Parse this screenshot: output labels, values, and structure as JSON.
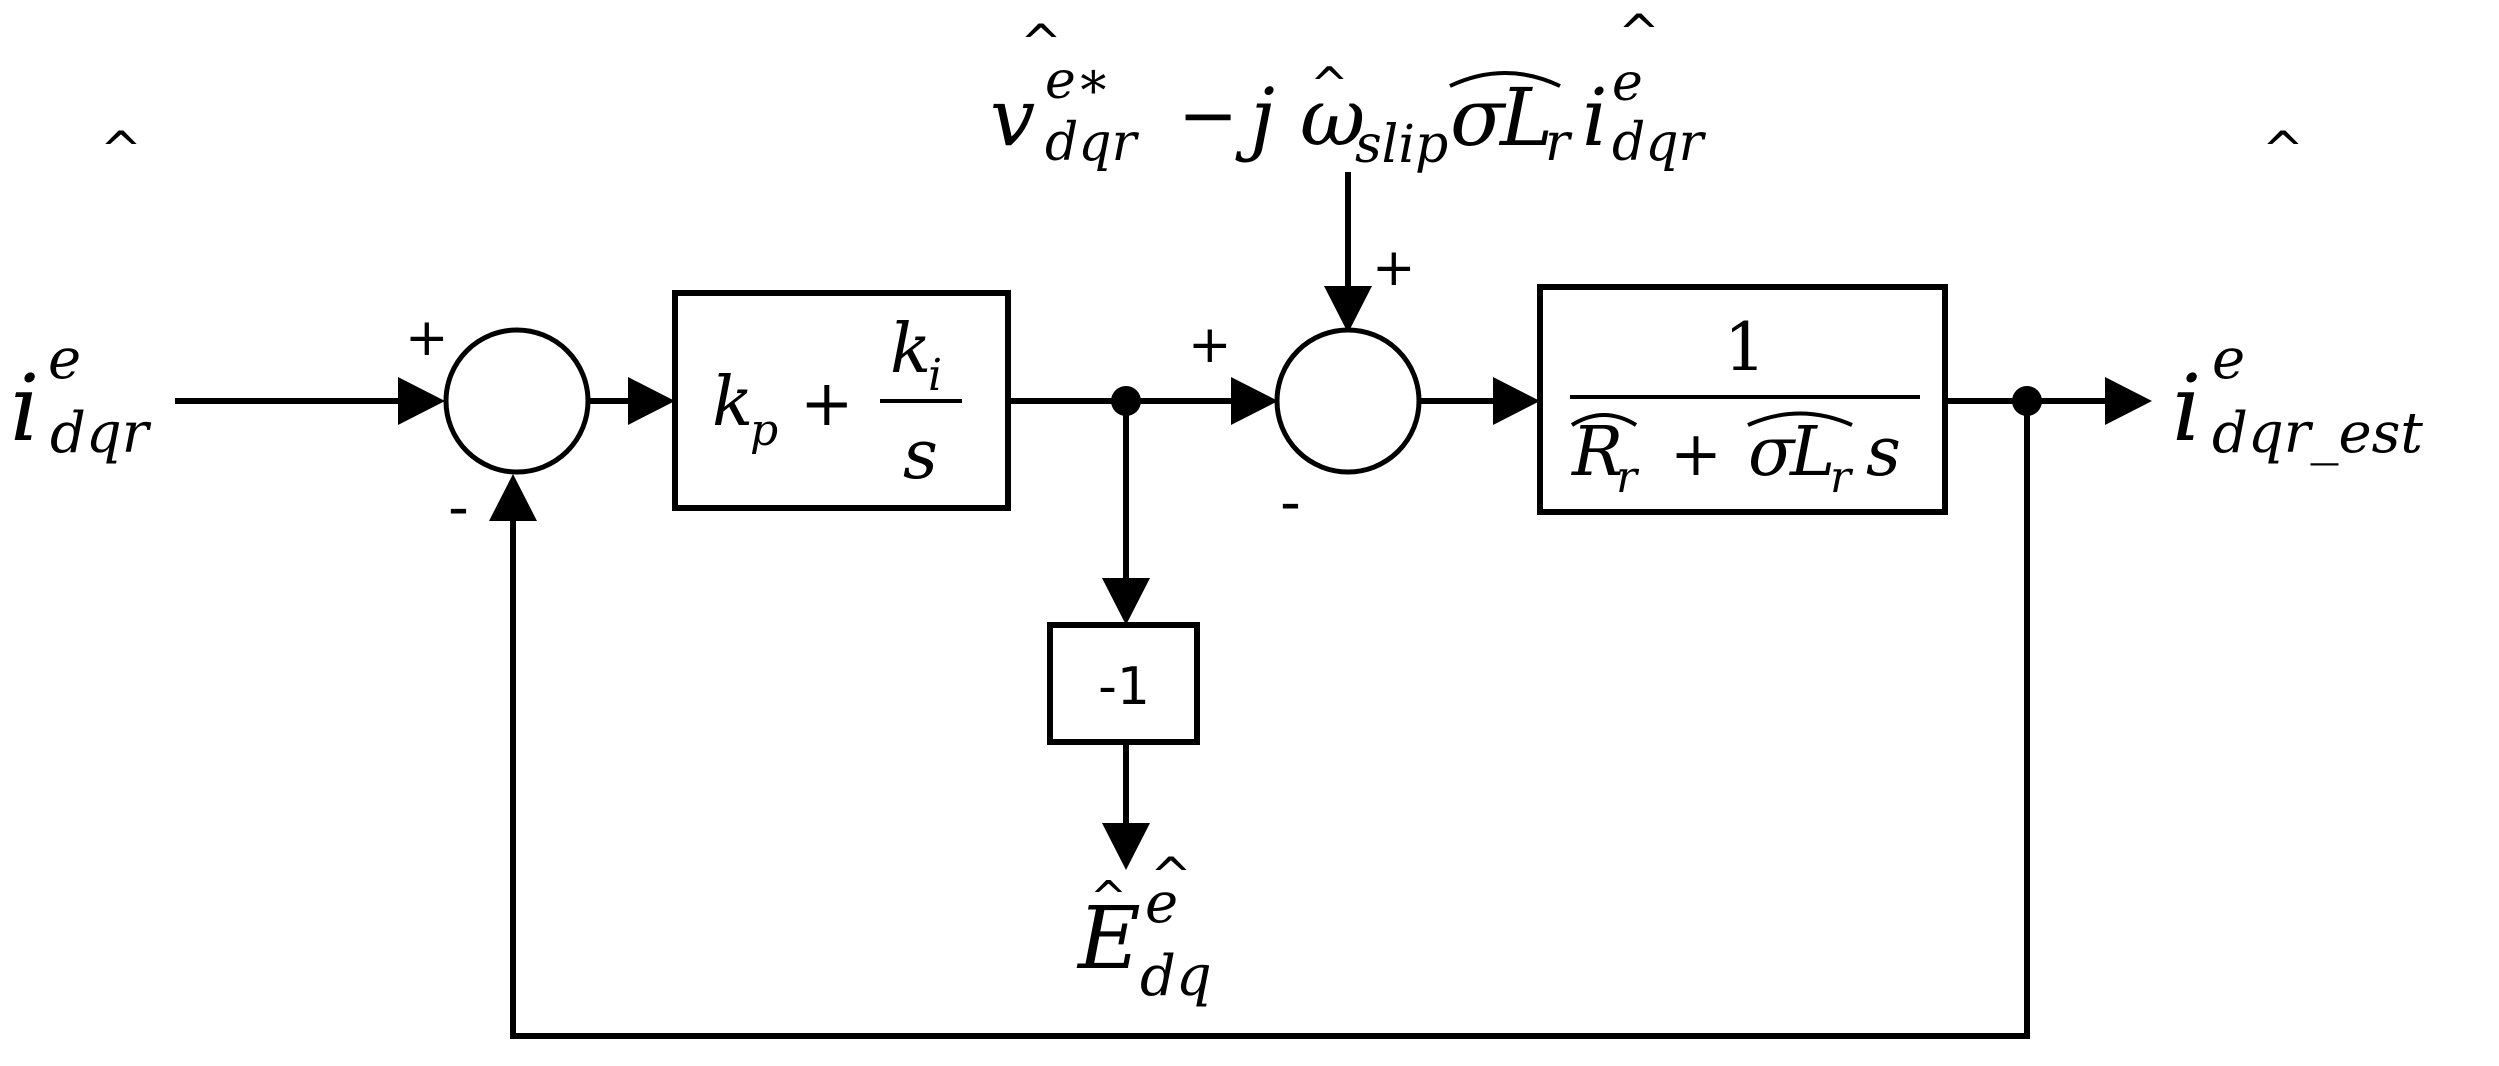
{
  "signs": {
    "sum1_plus": "+",
    "sum1_minus": "-",
    "sum2_plus_left": "+",
    "sum2_plus_top": "+",
    "sum2_minus": "-"
  },
  "input_label": {
    "base": "i",
    "sup": "e",
    "sub": "dqr",
    "hat": "^"
  },
  "output_label": {
    "base": "i",
    "sup": "e",
    "sub": "dqr_est",
    "hat": "^"
  },
  "pi_block": {
    "kp": "k",
    "kp_sub": "p",
    "plus": "+",
    "ki": "k",
    "ki_sub": "i",
    "den": "s"
  },
  "gain_block": {
    "label": "-1"
  },
  "plant_block": {
    "num": "1",
    "R": "R",
    "R_sub": "r",
    "plus": "+",
    "sigma": "σ",
    "L": "L",
    "L_sub": "r",
    "s": "s"
  },
  "feedforward_label": {
    "v": "v",
    "v_sup": "e∗",
    "v_sub": "dqr",
    "minus": "−",
    "j": "j",
    "omega": "ω",
    "omega_sub": "slip",
    "sigma": "σ",
    "L": "L",
    "L_sub": "r",
    "i": "i",
    "i_sup": "e",
    "i_sub": "dqr",
    "hat": "^"
  },
  "emf_label": {
    "base": "E",
    "sup": "e",
    "sub": "dq",
    "hat": "^"
  }
}
